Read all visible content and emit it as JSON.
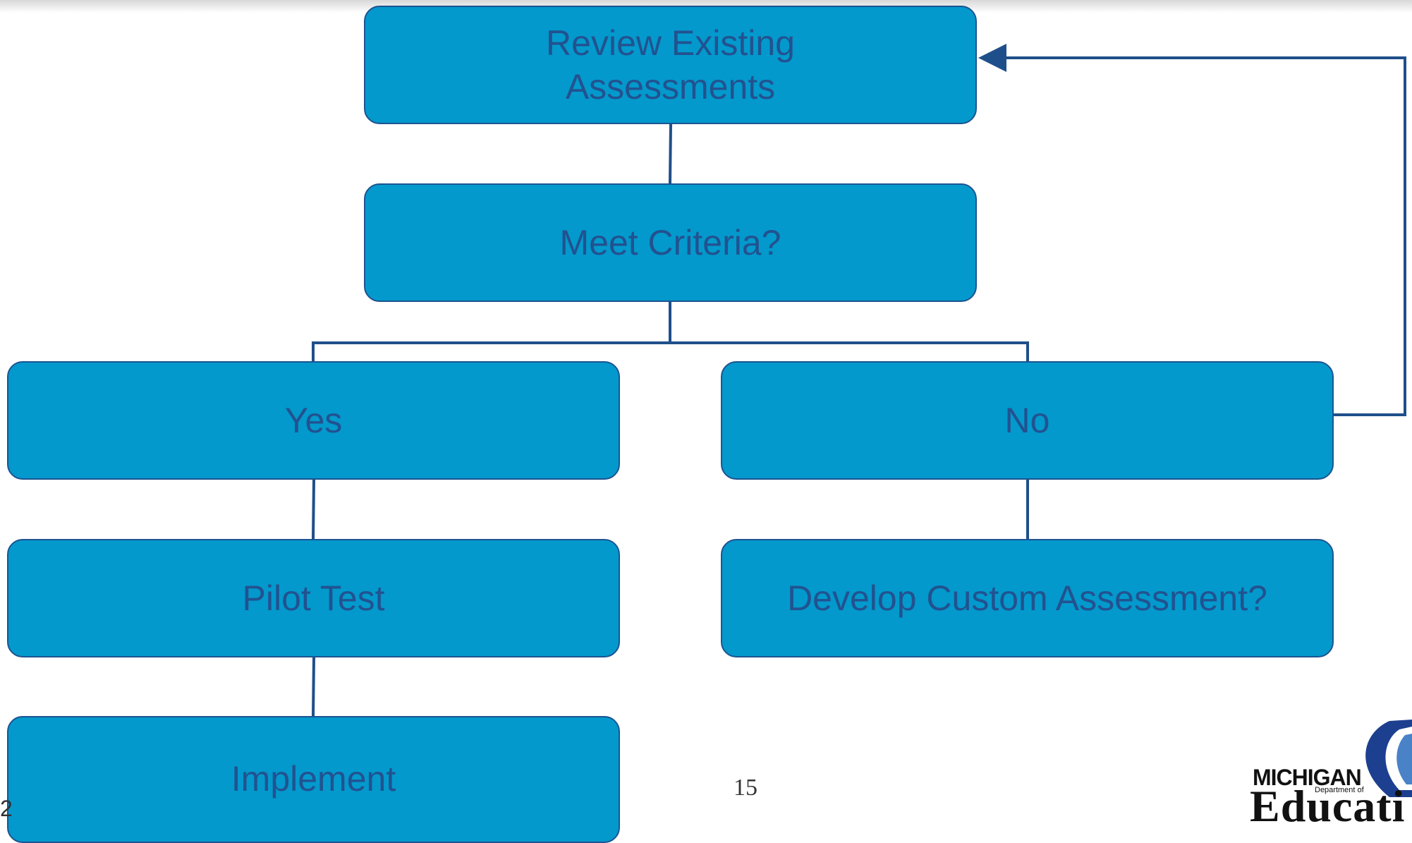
{
  "diagram": {
    "nodes": {
      "review": "Review Existing Assessments",
      "meet": "Meet Criteria?",
      "yes": "Yes",
      "no": "No",
      "pilot": "Pilot Test",
      "develop": "Develop Custom Assessment?",
      "implement": "Implement"
    },
    "edges": [
      {
        "from": "review",
        "to": "meet"
      },
      {
        "from": "meet",
        "to": "yes"
      },
      {
        "from": "meet",
        "to": "no"
      },
      {
        "from": "yes",
        "to": "pilot"
      },
      {
        "from": "pilot",
        "to": "implement"
      },
      {
        "from": "no",
        "to": "develop"
      },
      {
        "from": "no",
        "to": "review",
        "arrow": true
      }
    ]
  },
  "footer": {
    "page_number": "15",
    "left_fragment": "2"
  },
  "logo": {
    "line1": "MICHIGAN",
    "line2": "Department of",
    "line3": "Educati"
  },
  "colors": {
    "box_fill": "#0399cd",
    "box_border": "#1d5490",
    "text": "#22528f",
    "connector": "#1f4f8a"
  }
}
